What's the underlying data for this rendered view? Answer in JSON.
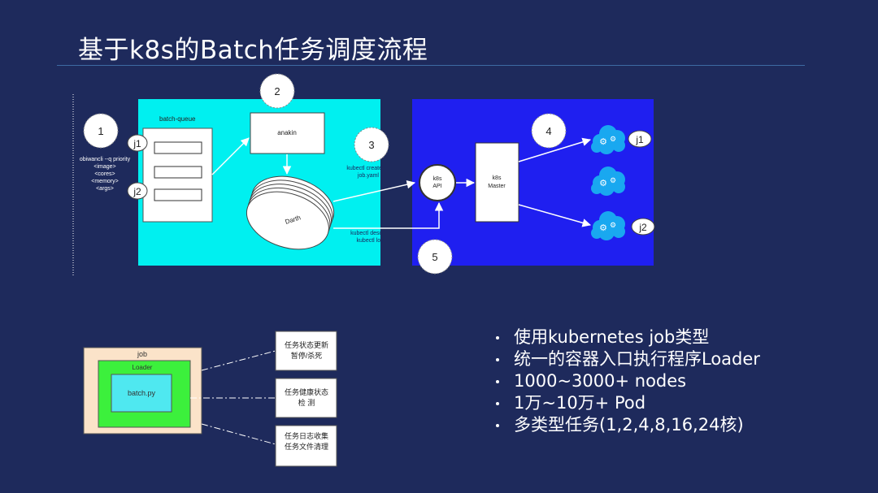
{
  "slide": {
    "title": "基于k8s的Batch任务调度流程"
  },
  "top_diagram": {
    "step_numbers": [
      "1",
      "2",
      "3",
      "4",
      "5"
    ],
    "queue_label": "batch-queue",
    "job_tags": [
      "j1",
      "j2"
    ],
    "cli_lines": [
      "obiwancli --q priority",
      "<image>",
      "<cores>",
      "<memory>",
      "<args>"
    ],
    "anakin_label": "anakin",
    "darth_label": "Darth",
    "kubectl_create_lines": [
      "kubectl create",
      "job.yaml"
    ],
    "kubectl_describe_lines": [
      "kubectl desc",
      "kubectl log"
    ],
    "k8s_api_lines": [
      "k8s",
      "API"
    ],
    "k8s_master_lines": [
      "k8s",
      "Master"
    ],
    "pod_tags": [
      "j1",
      "j2"
    ]
  },
  "bottom_diagram": {
    "job_label": "job",
    "loader_label": "Loader",
    "batch_label": "batch.py",
    "callouts": [
      [
        "任务状态更新",
        "暂停/杀死"
      ],
      [
        "任务健康状态",
        "检  测"
      ],
      [
        "任务日志收集",
        "任务文件清理"
      ]
    ]
  },
  "bullets": [
    "使用kubernetes job类型",
    "统一的容器入口执行程序Loader",
    "1000~3000+ nodes",
    "1万~10万+ Pod",
    "多类型任务(1,2,4,8,16,24核)"
  ],
  "colors": {
    "background": "#1e2a5c",
    "cyan_panel": "#00f0f0",
    "blue_panel": "#1f1ff0",
    "cloud": "#19a8f0",
    "loader_green": "#3cf03c",
    "job_bg": "#fbe3c9"
  }
}
